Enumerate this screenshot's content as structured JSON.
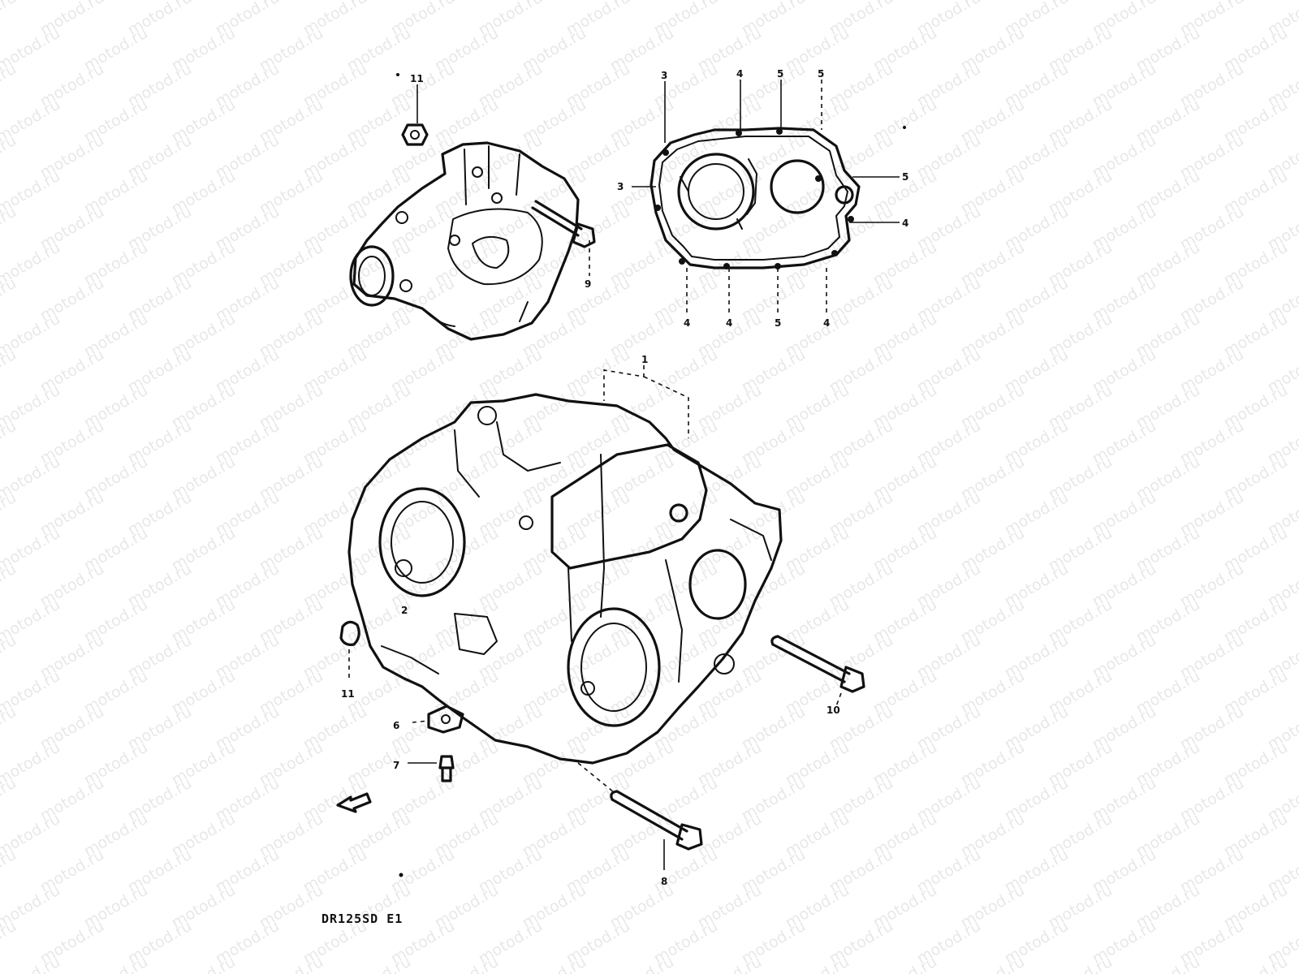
{
  "drawing_number": "DR125SD E1",
  "watermark": "motod.ru",
  "callouts": {
    "c1": "1",
    "c2": "2",
    "c3a": "3",
    "c3b": "3",
    "c4a": "4",
    "c4b": "4",
    "c4c": "4",
    "c4d": "4",
    "c4e": "4",
    "c5a": "5",
    "c5b": "5",
    "c5c": "5",
    "c5d": "5",
    "c6": "6",
    "c7": "7",
    "c8": "8",
    "c9": "9",
    "c10": "10",
    "c11a": "11",
    "c11b": "11"
  }
}
